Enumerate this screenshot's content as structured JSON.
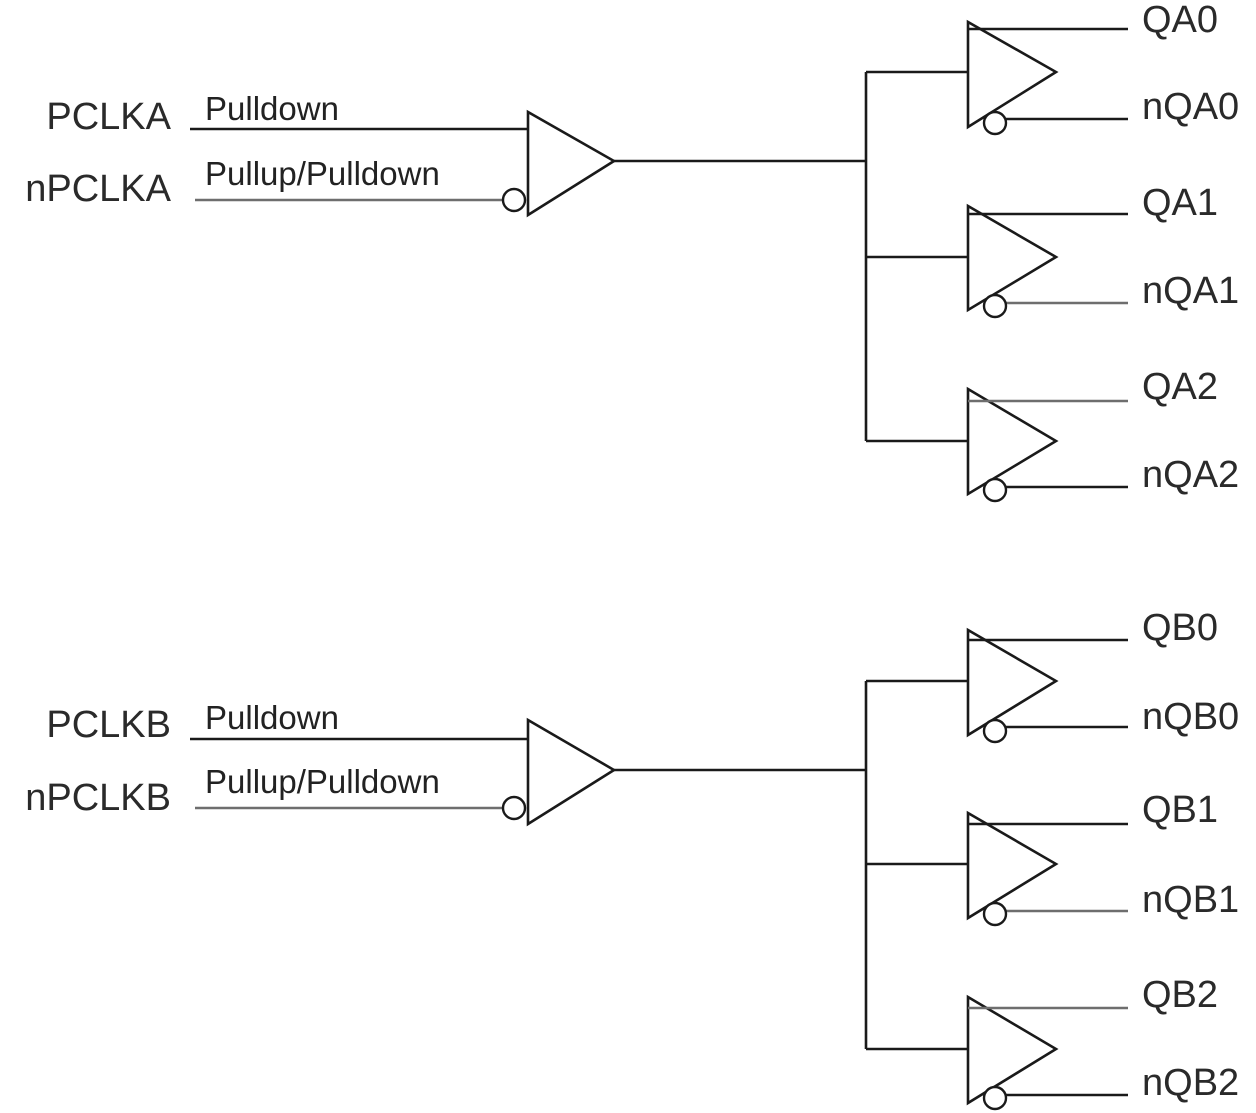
{
  "banks": [
    {
      "id": "A",
      "inputs": {
        "pos": {
          "name": "PCLKA",
          "resistor": "Pulldown"
        },
        "neg": {
          "name": "nPCLKA",
          "resistor": "Pullup/Pulldown"
        }
      },
      "outputs": [
        {
          "pos": "QA0",
          "neg": "nQA0"
        },
        {
          "pos": "QA1",
          "neg": "nQA1"
        },
        {
          "pos": "QA2",
          "neg": "nQA2"
        }
      ]
    },
    {
      "id": "B",
      "inputs": {
        "pos": {
          "name": "PCLKB",
          "resistor": "Pulldown"
        },
        "neg": {
          "name": "nPCLKB",
          "resistor": "Pullup/Pulldown"
        }
      },
      "outputs": [
        {
          "pos": "QB0",
          "neg": "nQB0"
        },
        {
          "pos": "QB1",
          "neg": "nQB1"
        },
        {
          "pos": "QB2",
          "neg": "nQB2"
        }
      ]
    }
  ]
}
